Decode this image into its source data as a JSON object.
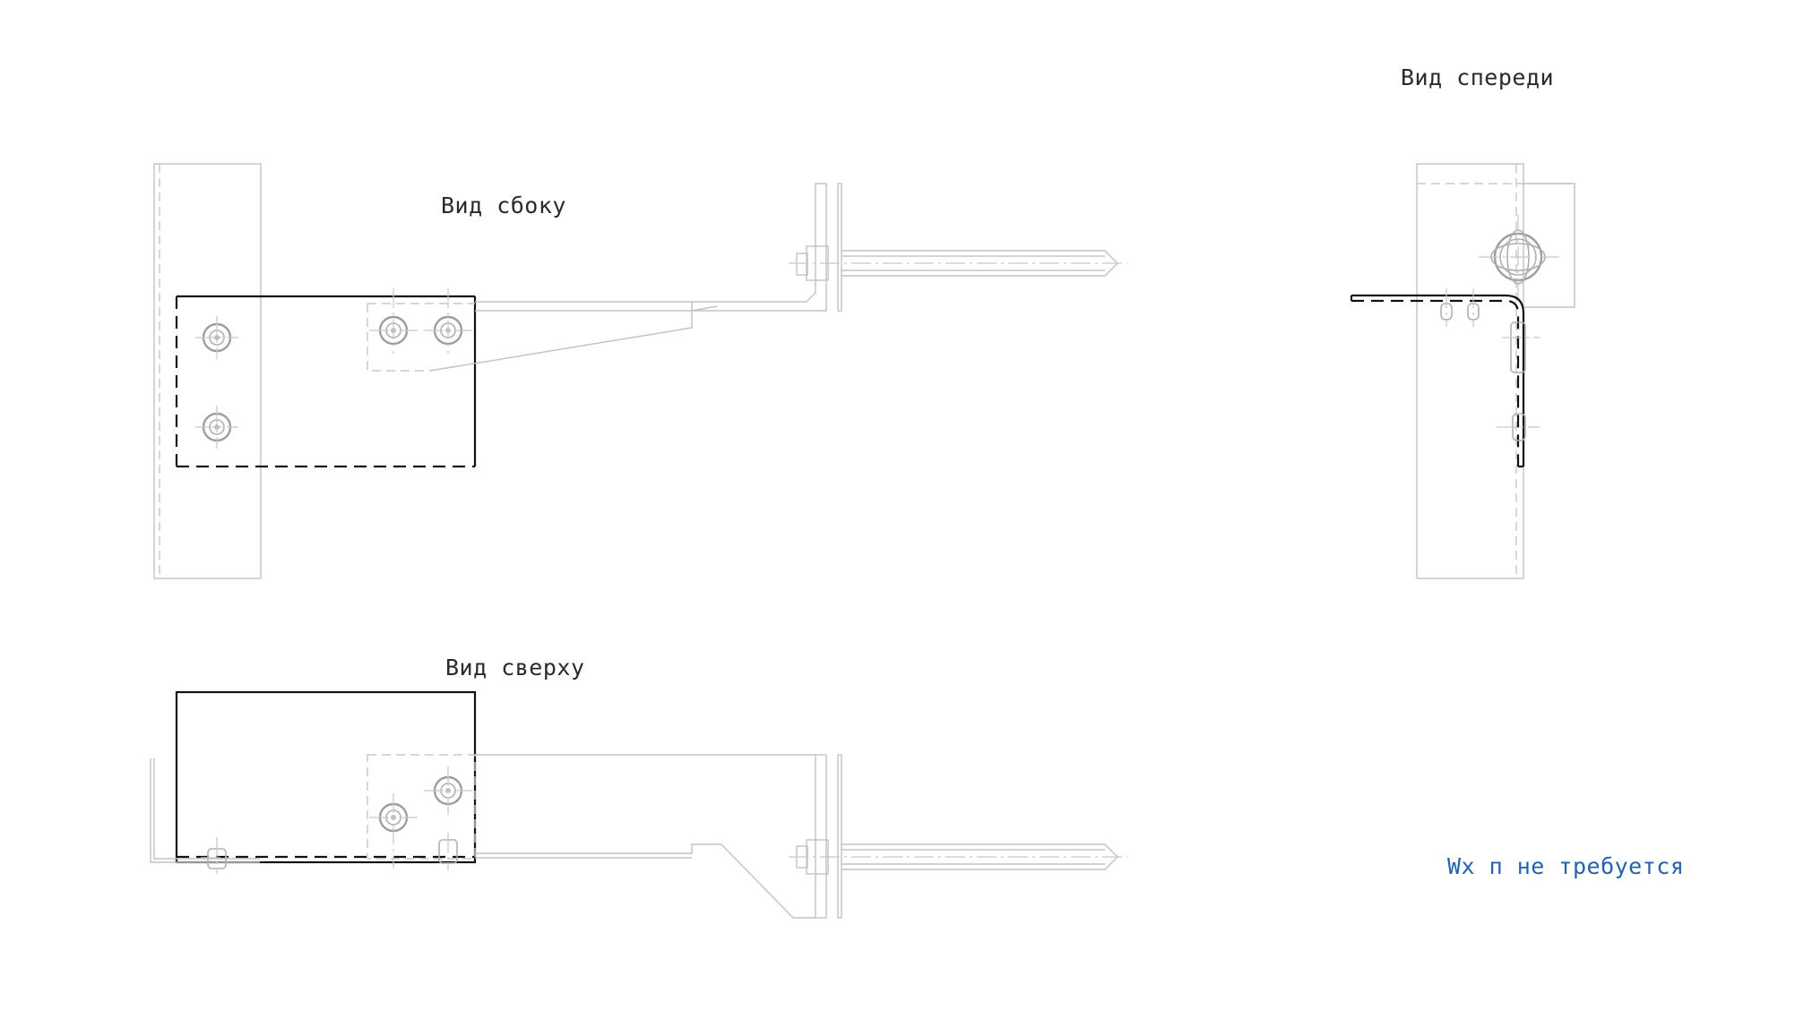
{
  "views": {
    "side": {
      "label": "Вид сбоку"
    },
    "top": {
      "label": "Вид сверху"
    },
    "front": {
      "label": "Вид спереди"
    }
  },
  "note": {
    "text": "Wx п не требуется",
    "color": "#1f63b8"
  }
}
